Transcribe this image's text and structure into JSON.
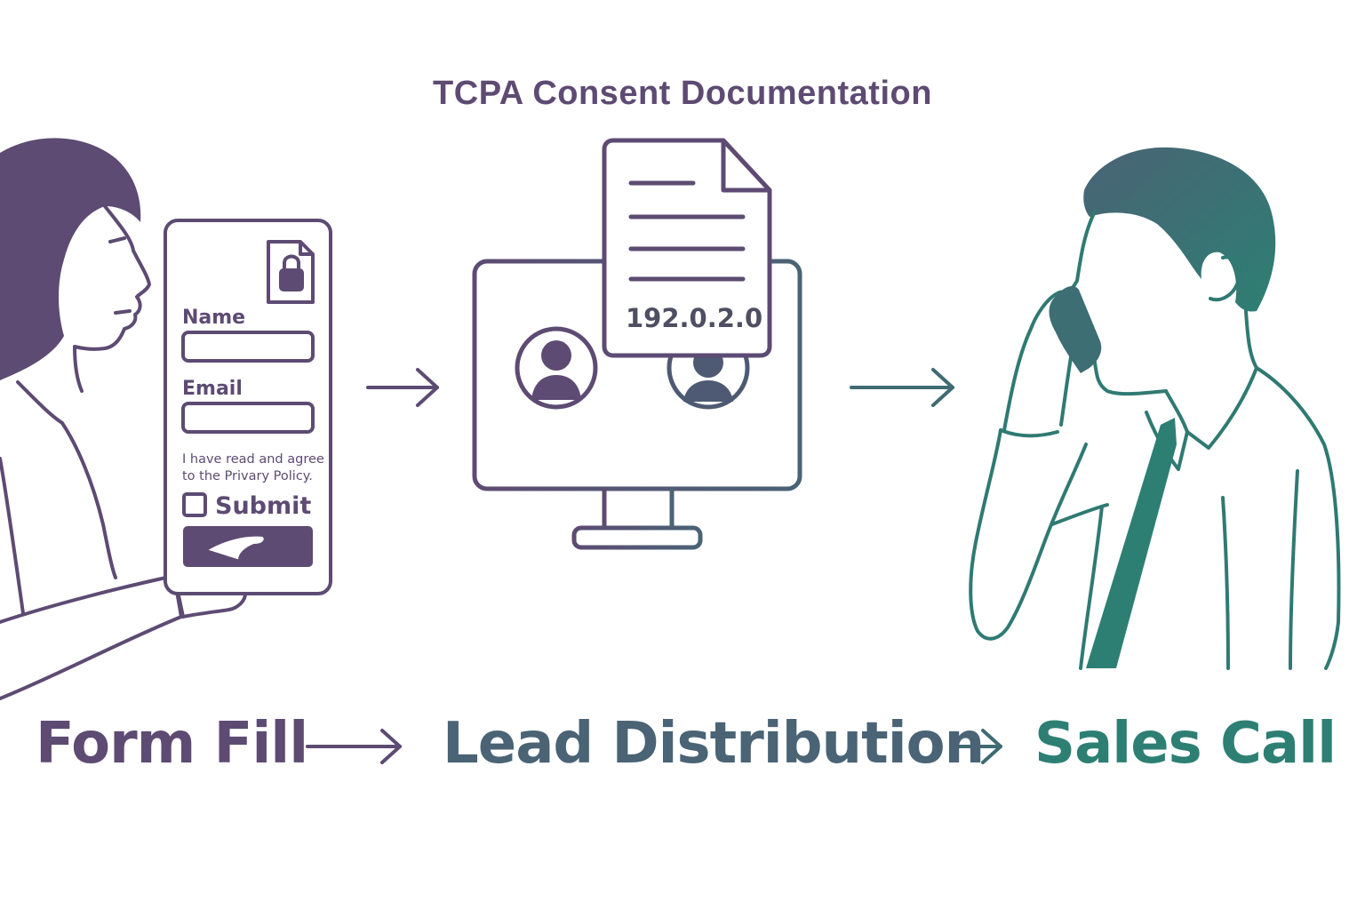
{
  "title": "TCPA Consent Documentation",
  "colors": {
    "purple": "#5d4b73",
    "slate": "#4a6375",
    "teal": "#2d7f73"
  },
  "form": {
    "name_label": "Name",
    "email_label": "Email",
    "consent_line1": "I have read and agree",
    "consent_line2": "to the Privary Policy.",
    "submit_label": "Submit",
    "lock_icon": "lock-document-icon"
  },
  "document": {
    "ip_address": "192.0.2.0"
  },
  "steps": [
    {
      "label": "Form Fill"
    },
    {
      "label": "Lead Distribution"
    },
    {
      "label": "Sales Call"
    }
  ]
}
